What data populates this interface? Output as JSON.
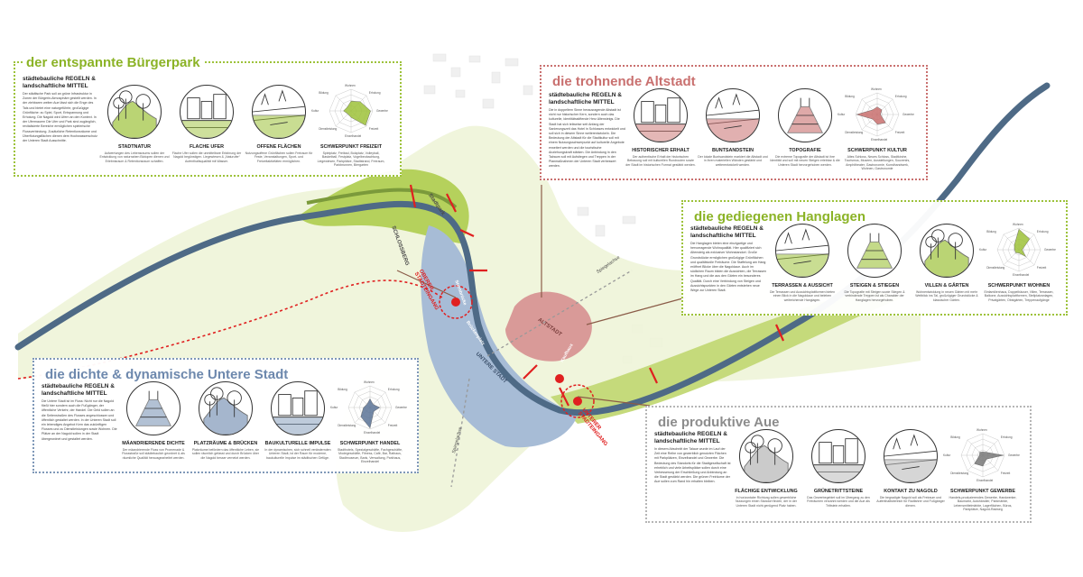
{
  "colors": {
    "green": "#9dc23a",
    "red": "#c9706f",
    "blue": "#7f98b8",
    "gray": "#b5b5b5",
    "river": "#4e6a86",
    "accent": "#e02020",
    "altstadt": "#d99a98",
    "unterestadt": "#a7bcd6"
  },
  "map_labels": {
    "stadtpark": "Stadtpark",
    "schlossberg": "SCHLOSSBERG",
    "oberer_eingang": "OBERER\nSTADTEINGANG",
    "unterer_eingang": "UNTERER\nSTADTEINGANG",
    "altstadt": "ALTSTADT",
    "untere_stadt": "UNTERE STADT",
    "spiegelachse_1": "Spiegelachse",
    "spiegelachse_2": "Spiegelachse",
    "kaufhaus": "Kaufhaus",
    "sternbrücke": "Sternbrücke",
    "bruckenplatz": "Brückenplatz"
  },
  "panels": {
    "buergerpark": {
      "title": "der entspannte Bürgerpark",
      "subhead": "städtebauliche REGELN & landschaftliche MITTEL",
      "body": "Der städtische Park soll an grüne Infrastruktur in Zonen der Bürgerin-Atmosphäre gestellt werden. In der ziehbaren weiten Aue lässt sich die Enge des Tals und bietet eine naturgeführte, großzügige Grünfläche: zu Spiel, Sport, Entspannung und Erholung. Die Nagold wird Ufern an den Kontext. In der Ufermauern Die Ufer und Park sind zugänglich, revitalisierte Bereiche ermöglichen spielerische Flussverbindung. Zusätzliche Retentionsräume und Überflutungsflächen dienen dem Hochwasserschutz der Unteren Stadt Ausschnitte.",
      "items": [
        {
          "label": "STADTNATUR",
          "desc": "Aufwertungen des Lebensraums sollen der Entwicklung von naturnahen Biotopen dienen und Erlebnisraum & Retentionsraum schaffen."
        },
        {
          "label": "FLACHE UFER",
          "desc": "Flache Ufer sollen die unmittelbare Erfahrung der Nagold begünstigen. Liegewiesen & „Naturufer“ Aufenthaltsqualität mit Wasser."
        },
        {
          "label": "OFFENE FLÄCHEN",
          "desc": "Nutzungsoffene Grünflächen sollen Freiraum für Feste, Veranstaltungen, Sport- und Freizeitaktivitäten ermöglichen."
        },
        {
          "label": "SCHWERPUNKT FREIZEIT",
          "desc": "Spielplatz, Freibad, Bolzplatz, Volleyball, Basketball, Festplatz, Vogelbeobachtung, Liegewiesen, Parkplätze, Stadtstrand, Freiraum, Parkbrunnen, Biergarten"
        }
      ],
      "radar_labels": [
        "Wohnen",
        "Erholung",
        "Gewerbe",
        "Freizeit",
        "Einzelhandel",
        "Dienstleistung",
        "Kultur",
        "Bildung"
      ],
      "radar_values": [
        0.45,
        0.6,
        0.9,
        0.95,
        0.3,
        0.2,
        0.35,
        0.25
      ]
    },
    "altstadt": {
      "title": "die trohnende Altstadt",
      "subhead": "städtebauliche REGELN & landschaftliche MITTEL",
      "body": "Die in doppeltem Sinne herausragende Altstadt ist nicht nur historischer Kern, sondern auch das kulturelle, identitätsstiftende Herz Altensteigs. Die Stadt hat sich teilweise seit Anfang der Sanierungszeit das Hotel in Schlosses entwickelt und soll sich in diesem Sinne weiterentwickeln. Die Bedeutung der Altstadt für die Stadtkultur soll mit einem Nutzungsschwerpunkt auf kulturelle Angebote erweitert werden und die touristische Anziehungskraft stärken. Die Anbindung in den Talraum soll mit Aufstiegen und Treppen in der Planmaßnahmen der Unteren Stadt verbessert werden.",
      "items": [
        {
          "label": "HISTORISCHER ERHALT",
          "desc": "Der authentische Erhalt der historischen Bebauung soll mit kulturellen Rundrouten sowie der Stadt im historischen Format gestärkt werden."
        },
        {
          "label": "BUNTSANDSTEIN",
          "desc": "Der lokale Buntsandstein markiert die Altstadt und in ihren materiellen Wänden gestärkt und weiterentwickelt werden."
        },
        {
          "label": "TOPOGRAFIE",
          "desc": "Die extreme Topografie der Altstadt ist ihre Identität und soll mit neuen Steigen erlebbar & die Unteren Stadt hervorgehoben werden."
        },
        {
          "label": "SCHWERPUNKT KULTUR",
          "desc": "Altes Schloss, Neues Schloss, Stadtkirche, Tourismus, Museen, Ausstellungen, Souvenirs, Amphitheater, Gastronomie, Kunsthandwerk, Wohnen, Gastronomie"
        }
      ],
      "radar_labels": [
        "Wohnen",
        "Erholung",
        "Gewerbe",
        "Freizeit",
        "Einzelhandel",
        "Dienstleistung",
        "Kultur",
        "Bildung"
      ],
      "radar_values": [
        0.35,
        0.3,
        0.15,
        0.55,
        0.45,
        0.3,
        0.95,
        0.3
      ]
    },
    "hanglagen": {
      "title": "die gediegenen Hanglagen",
      "subhead": "städtebauliche REGELN & landschaftliche MITTEL",
      "body": "Die Hanglagen bieten eine einzigartige und hervorragende Wohnqualität. Hier qualifiziert sich Altensteig als exklusiver Wohnstandort. Große Grundstücke ermöglichen großzügige Grünflächen und qualitätvolle Freiräume. Die Staffelung am Hang eröffnet Blicke über die Nagoldaue. Auch im südlichen Raum bilden die Aussichten, die Terrassen im Hang und die aus den Gärten ein besonderes Qualität. Durch eine Verbindung von Steigen und Aussichtspunkten in den Gärten entstehen neue Wege zur Unteren Stadt.",
      "items": [
        {
          "label": "TERRASSEN & AUSSICHT",
          "desc": "Die Terrassen und Aussichtsplattformen bieten einen Blick in die Nagoldaue und beleben weitreichende Hanglagen."
        },
        {
          "label": "STEIGEN & STIEGEN",
          "desc": "Die Topografie mit Steigen sowie Stiegen & verbindende Treppen ist als Charakter der Hanglagen hervorgehoben."
        },
        {
          "label": "VILLEN & GÄRTEN",
          "desc": "Wohnentwicklung in neuen Gärten mit mehr Weitblick ins Tal, großzügiger Grundstücke & klassischer Gärten."
        },
        {
          "label": "SCHWERPUNKT WOHNEN",
          "desc": "Einfamilienhaus, Doppelhäuser, Villen, Terrassen, Balkone, Aussichtsplattformen, Stellplatzanlagen, Privatgärten, Obstgärten, Treppenaufgänge"
        }
      ],
      "radar_labels": [
        "Wohnen",
        "Erholung",
        "Gewerbe",
        "Freizeit",
        "Einzelhandel",
        "Dienstleistung",
        "Kultur",
        "Bildung"
      ],
      "radar_values": [
        0.95,
        0.7,
        0.15,
        0.45,
        0.15,
        0.2,
        0.2,
        0.3
      ]
    },
    "untere_stadt": {
      "title": "die dichte & dynamische Untere Stadt",
      "subhead": "städtebauliche REGELN & landschaftliche MITTEL",
      "body": "Die Untere Stadt ist im Fluss: Nicht nur die Nagold fließt hier sondern auch die Fußgänger, der öffentliche Verkehr, der Handel. Die Geld sollen an die Seitenstraßen des Flusses angeschlossen und öffentlich gestaltet werden. In der Unteren Stadt soll ein lebendiges Angebot Kern das zukünftigen Flusses und zu Dienstleistungen sowie Wohnen. Die Plätze an der Nagold sollen in der Stadt übergeordnet und gestaltet werden.",
      "items": [
        {
          "label": "MÄANDRIERENDE DICHTE",
          "desc": "Der mäandrierende Fluss von Promenade & Flussstraße soll städtebaulich geordnet & als räumliche Qualität herausgearbeitet werden."
        },
        {
          "label": "PLATZRÄUME & BRÜCKEN",
          "desc": "Platzräume befördern das öffentliche Leben, sie sollen räumlich gefasst und durch Brücken über die Nagold besser vernetzt werden."
        },
        {
          "label": "BAUKULTURELLE IMPULSE",
          "desc": "In der dynamischen, sich schnell verändernden Unteren Stadt, ist der Raum für moderne, baukulturelle Impulse im städtischen Gefüge."
        },
        {
          "label": "SCHWERPUNKT HANDEL",
          "desc": "Stadthotels, Spezialgeschäfte, Fachgeschäfte, Modegeschäfte, Fitness, Café, Bar, Rathaus, Stadtmuseum, Bank, Verwaltung, Parkhaus, Einzelhandel"
        }
      ],
      "radar_labels": [
        "Wohnen",
        "Erholung",
        "Gewerbe",
        "Freizeit",
        "Einzelhandel",
        "Dienstleistung",
        "Kultur",
        "Bildung"
      ],
      "radar_values": [
        0.4,
        0.2,
        0.45,
        0.25,
        0.95,
        0.6,
        0.3,
        0.2
      ]
    },
    "aue": {
      "title": "die produktive Aue",
      "subhead": "städtebauliche REGELN & landschaftliche MITTEL",
      "body": "In diesem Abschnitt der Talaue wurde im Lauf der Zeit eine Reihe von gewerblich genutzten Flächen mit Parkplätzen, Einzelhandel und Gewerbe. Die Bedeutung des Standorts für die Stadtgesellschaft ist erheblich und viele Arbeitsplätze sollen durch eine Verbesserung der Erschließung und Anbindung an die Stadt gestärkt werden. Die grünen Freiräume der Aue sollen zum Rand hin erhalten bleiben.",
      "items": [
        {
          "label": "FLÄCHIGE ENTWICKLUNG",
          "desc": "In horizontaler Richtung sollen gewerbliche Nutzungen einen Standort finden, der in der Unteren Stadt nicht genügend Platz haben."
        },
        {
          "label": "GRÜNETRITTSTEINE",
          "desc": "Das Gewerbegebiet soll im Übergang zu den Freiräumen verzahnt werden und die Aue als Trittstein erhalten."
        },
        {
          "label": "KONTAKT ZU NAGOLD",
          "desc": "Die begradigte Nagold soll als Freiraum und Aufenthaltsbereich für Radfahrer und Fußgänger dienen."
        },
        {
          "label": "SCHWERPUNKT GEWERBE",
          "desc": "Handels-produzierendes Gewerbe, Handwerker, Baumarkt, Autohändler, Parkmärkte, Lebensmittelmärkte, Lagerflächen, Büros, Parkplätze, Nagold-Radweg"
        }
      ],
      "radar_labels": [
        "Wohnen",
        "Erholung",
        "Gewerbe",
        "Freizeit",
        "Einzelhandel",
        "Dienstleistung",
        "Kultur",
        "Bildung"
      ],
      "radar_values": [
        0.15,
        0.2,
        0.95,
        0.25,
        0.5,
        0.55,
        0.15,
        0.2
      ]
    }
  }
}
